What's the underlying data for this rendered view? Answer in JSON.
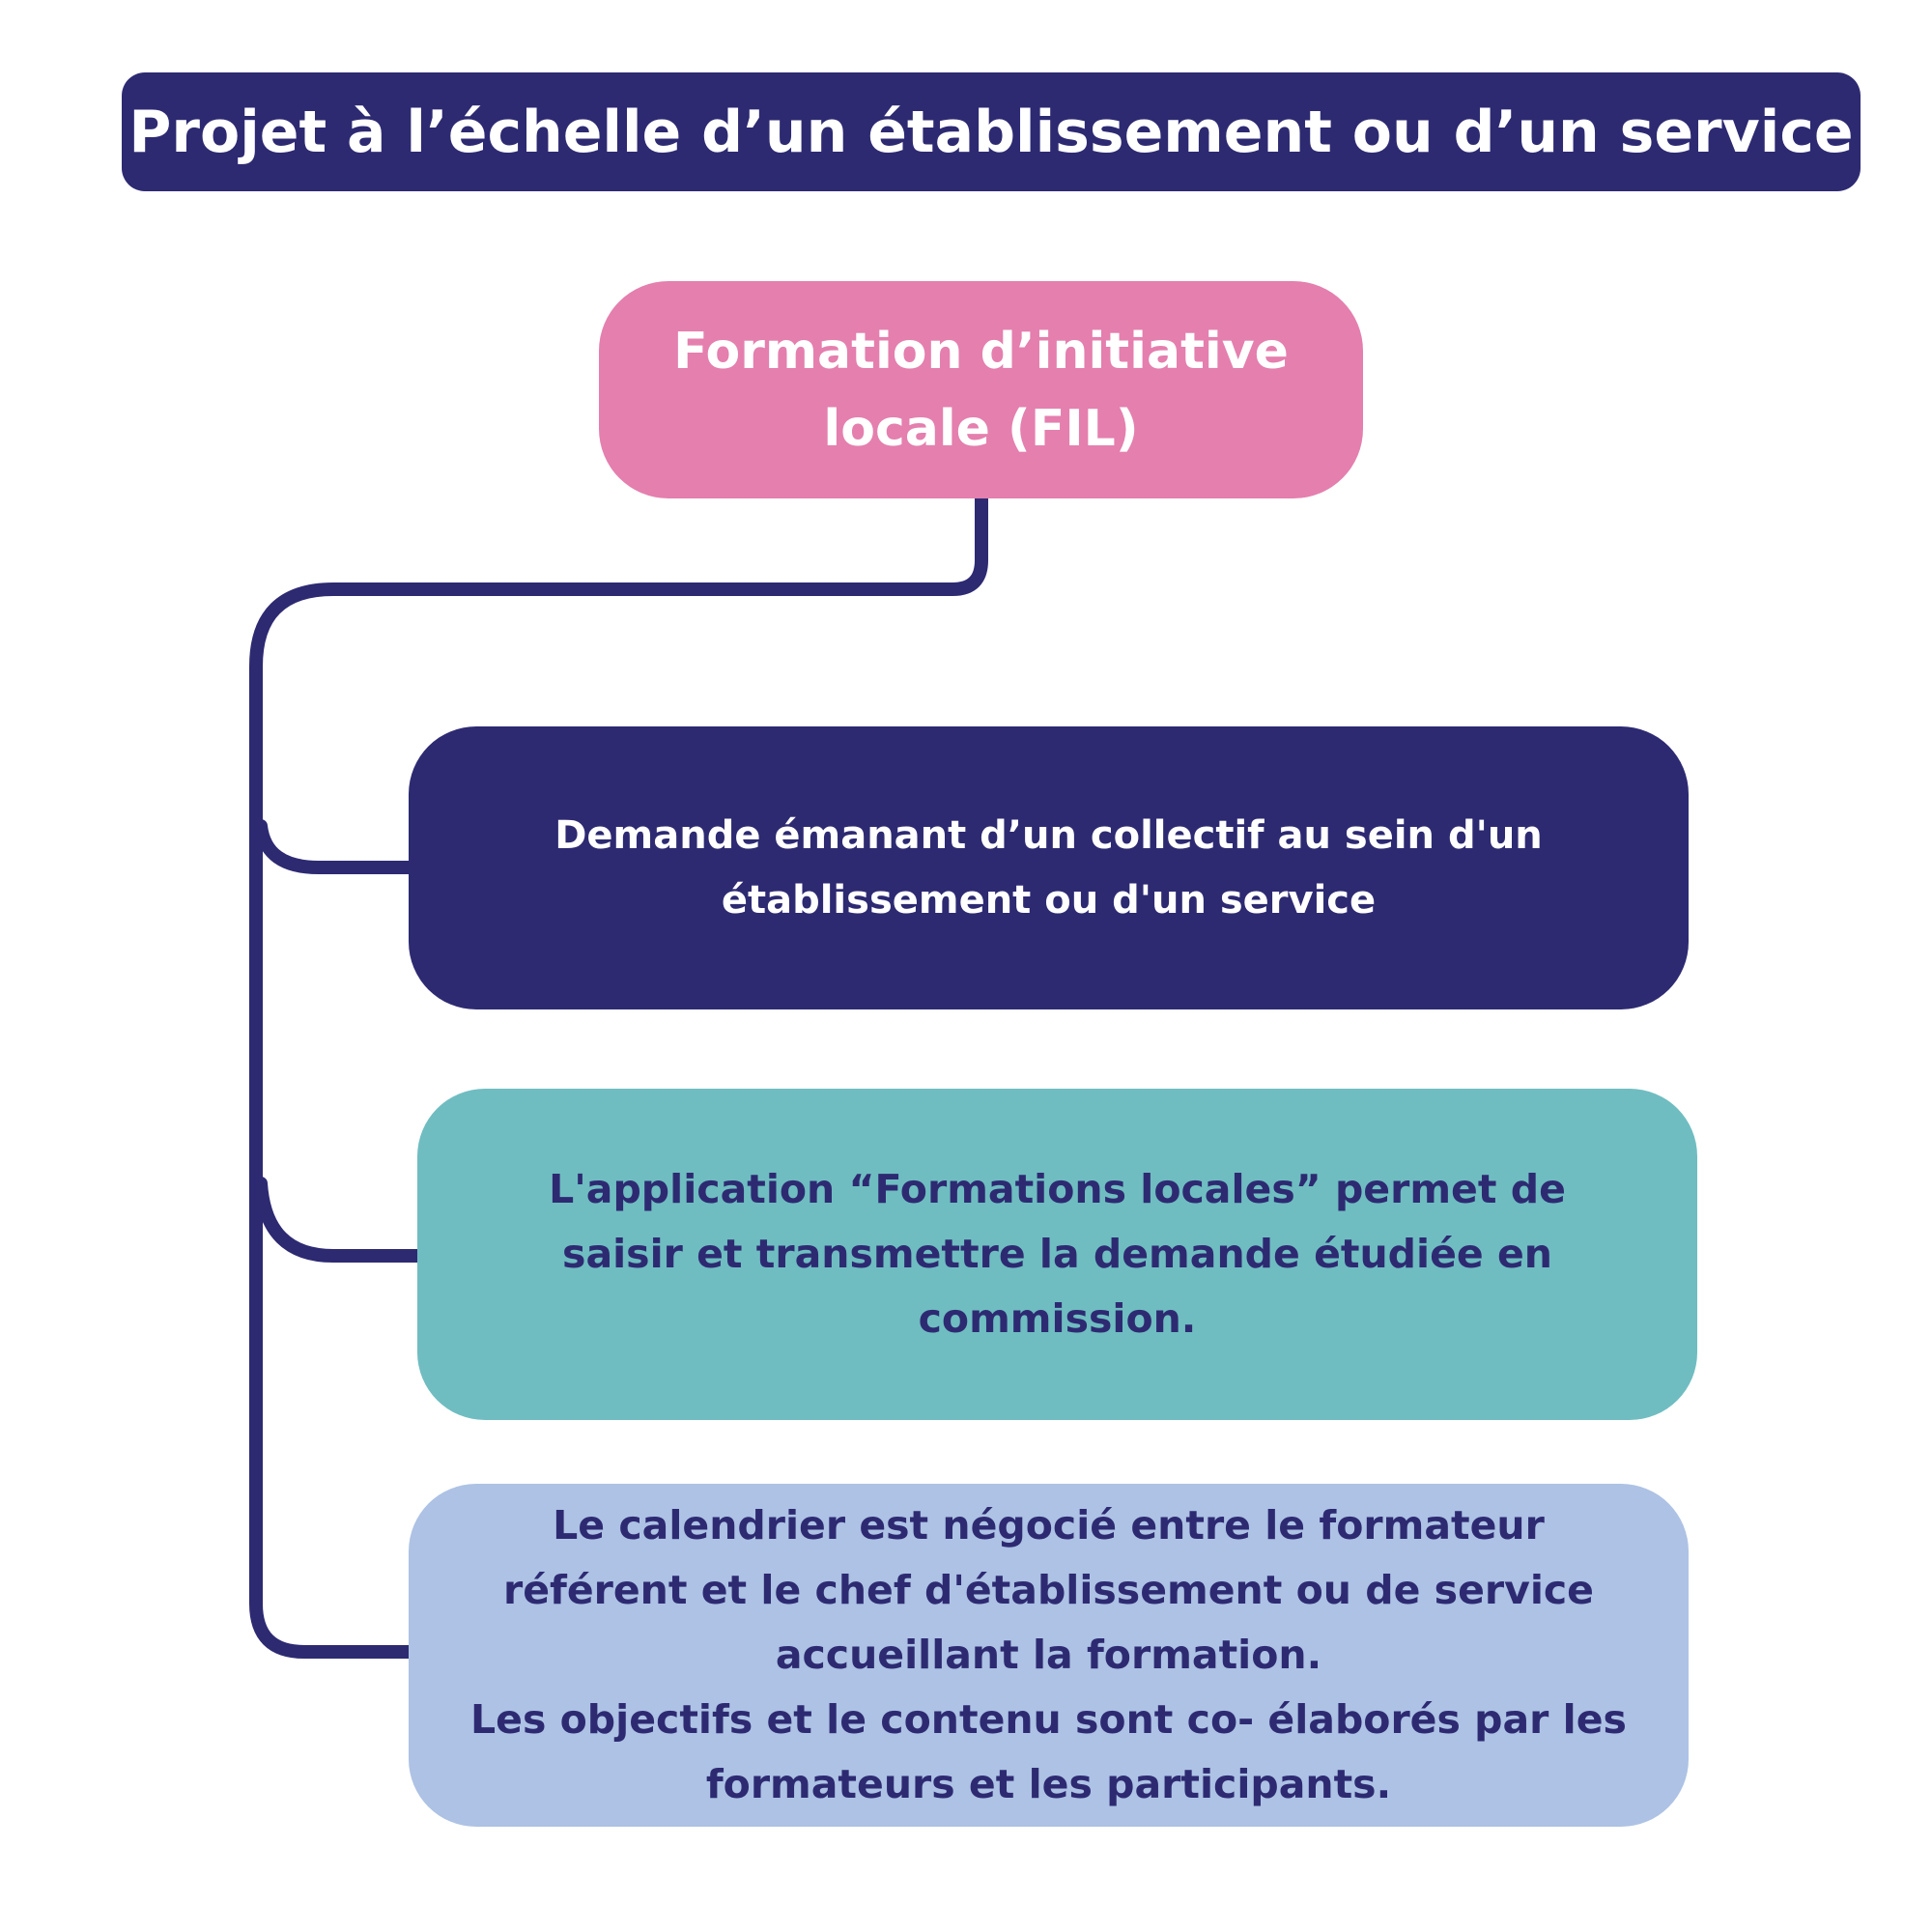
{
  "title": "Projet à l’échelle d’un établissement ou d’un service",
  "root": {
    "label_line1": "Formation d’initiative",
    "label_line2": "locale (FIL)"
  },
  "nodes": [
    {
      "line1": "Demande émanant d’un collectif au sein d'un",
      "line2": "établissement ou d'un service"
    },
    {
      "line1": "L'application “Formations locales” permet de",
      "line2": "saisir et transmettre la demande étudiée en",
      "line3": "commission."
    },
    {
      "line1": "Le calendrier est négocié entre le formateur",
      "line2": "référent et le chef d'établissement ou de service",
      "line3": "accueillant la formation.",
      "line4": "Les objectifs et le contenu sont co- élaborés par les",
      "line5": "formateurs et les participants."
    }
  ],
  "colors": {
    "navy": "#2d2a72",
    "pink": "#e47fae",
    "teal": "#6fbdc1",
    "light_blue": "#adc2e4",
    "white": "#ffffff"
  }
}
